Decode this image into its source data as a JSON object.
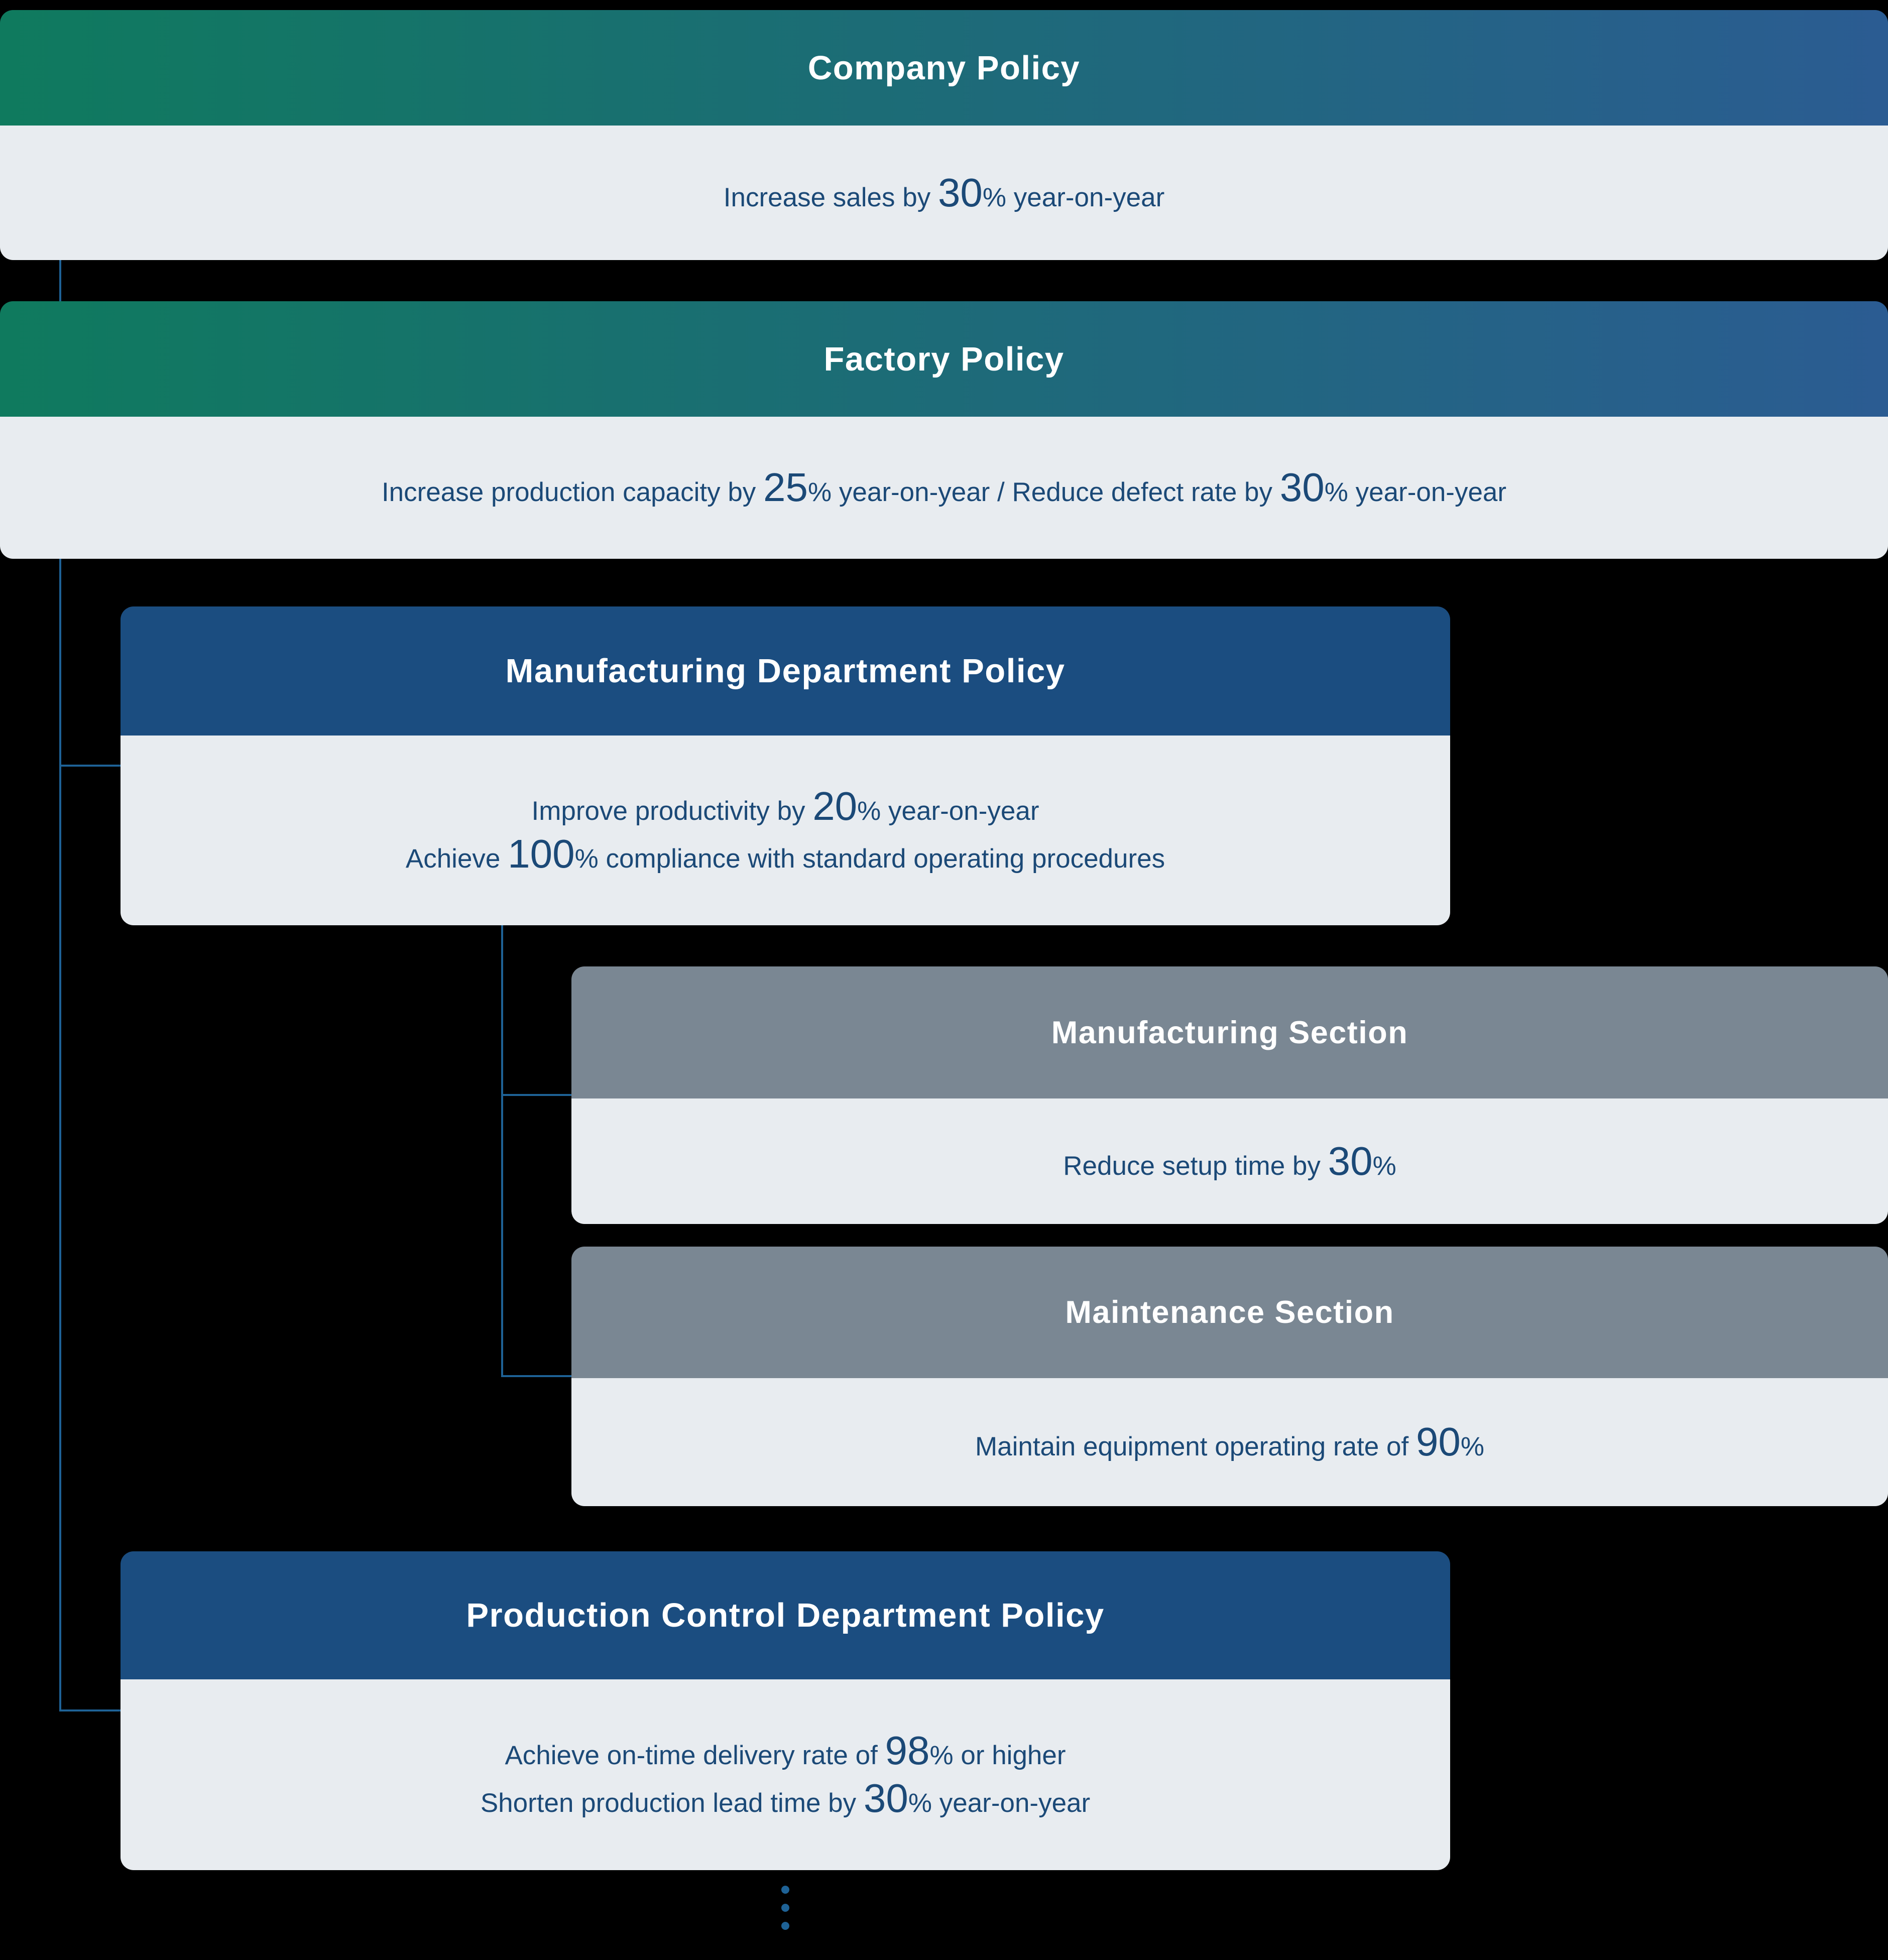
{
  "colors": {
    "background": "#000000",
    "gradient_start": "#0f7a5e",
    "gradient_end": "#2b5c92",
    "dept_header_bg": "#1b4d80",
    "section_header_bg": "#7a8793",
    "body_bg": "#e8ecf0",
    "body_text": "#1b4977",
    "header_text": "#ffffff",
    "connector": "#1e6296"
  },
  "nodes": {
    "company": {
      "title": "Company Policy",
      "lines": [
        [
          {
            "t": "Increase sales by "
          },
          {
            "t": "30",
            "big": true
          },
          {
            "t": "% year-on-year"
          }
        ]
      ]
    },
    "factory": {
      "title": "Factory Policy",
      "lines": [
        [
          {
            "t": "Increase production capacity by "
          },
          {
            "t": "25",
            "big": true
          },
          {
            "t": "% year-on-year / Reduce defect rate by "
          },
          {
            "t": "30",
            "big": true
          },
          {
            "t": "% year-on-year"
          }
        ]
      ]
    },
    "manufacturing_dept": {
      "title": "Manufacturing Department Policy",
      "lines": [
        [
          {
            "t": "Improve productivity by "
          },
          {
            "t": "20",
            "big": true
          },
          {
            "t": "% year-on-year"
          }
        ],
        [
          {
            "t": "Achieve "
          },
          {
            "t": "100",
            "big": true
          },
          {
            "t": "% compliance with standard operating procedures"
          }
        ]
      ]
    },
    "manufacturing_section": {
      "title": "Manufacturing Section",
      "lines": [
        [
          {
            "t": "Reduce setup time by "
          },
          {
            "t": "30",
            "big": true
          },
          {
            "t": "%"
          }
        ]
      ]
    },
    "maintenance_section": {
      "title": "Maintenance Section",
      "lines": [
        [
          {
            "t": "Maintain equipment operating rate of "
          },
          {
            "t": "90",
            "big": true
          },
          {
            "t": "%"
          }
        ]
      ]
    },
    "production_control_dept": {
      "title": "Production Control Department Policy",
      "lines": [
        [
          {
            "t": "Achieve on-time delivery rate of "
          },
          {
            "t": "98",
            "big": true
          },
          {
            "t": "% or higher"
          }
        ],
        [
          {
            "t": "Shorten production lead time by "
          },
          {
            "t": "30",
            "big": true
          },
          {
            "t": "% year-on-year"
          }
        ]
      ]
    }
  },
  "ellipsis": {
    "dot_count": 3
  }
}
